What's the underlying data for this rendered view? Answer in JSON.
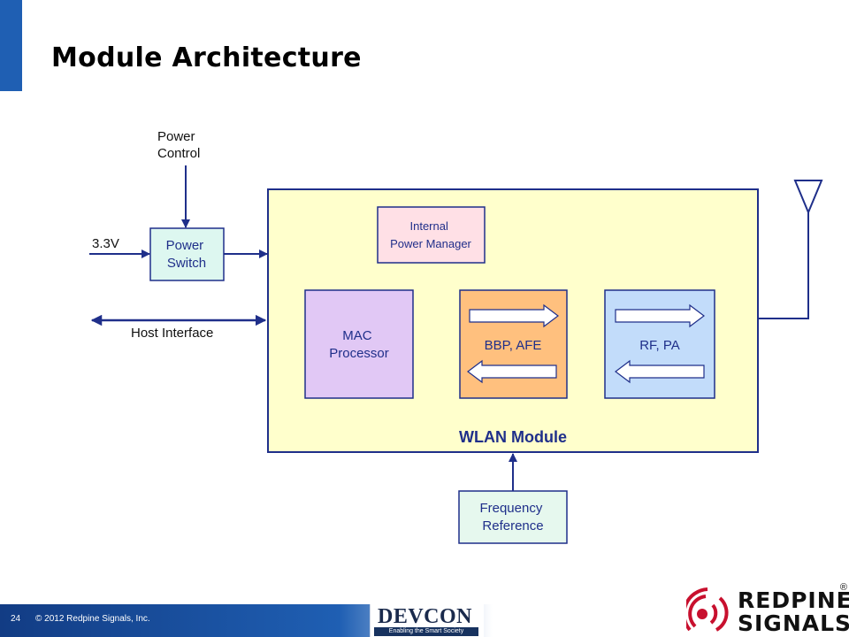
{
  "slide": {
    "title": "Module Architecture",
    "page_number": "24",
    "copyright": "© 2012 Redpine Signals, Inc."
  },
  "diagram": {
    "power_control": [
      "Power",
      "Control"
    ],
    "supply_label": "3.3V",
    "power_switch": [
      "Power",
      "Switch"
    ],
    "host_interface": "Host Interface",
    "internal_power_manager": [
      "Internal",
      "Power Manager"
    ],
    "mac_processor": [
      "MAC",
      "Processor"
    ],
    "bbp_afe": "BBP, AFE",
    "rf_pa": "RF, PA",
    "module_label": "WLAN Module",
    "frequency_reference": [
      "Frequency",
      "Reference"
    ]
  },
  "logos": {
    "devcon_name": "DEVCON",
    "devcon_tagline": "Enabling the Smart Society",
    "redpine_line1": "REDPINE",
    "redpine_line2": "SIGNALS",
    "registered": "®"
  },
  "colors": {
    "accent_blue": "#1f5fb3",
    "arrow_navy": "#1f2f8a",
    "module_fill": "#ffffcc",
    "switch_fill": "#ddf7f0",
    "manager_fill": "#ffe0e6",
    "mac_fill": "#e1c8f5",
    "bbp_fill": "#ffc07e",
    "rf_fill": "#c2dcfa",
    "freq_fill": "#e6f8ee",
    "brand_red": "#c8102e"
  }
}
